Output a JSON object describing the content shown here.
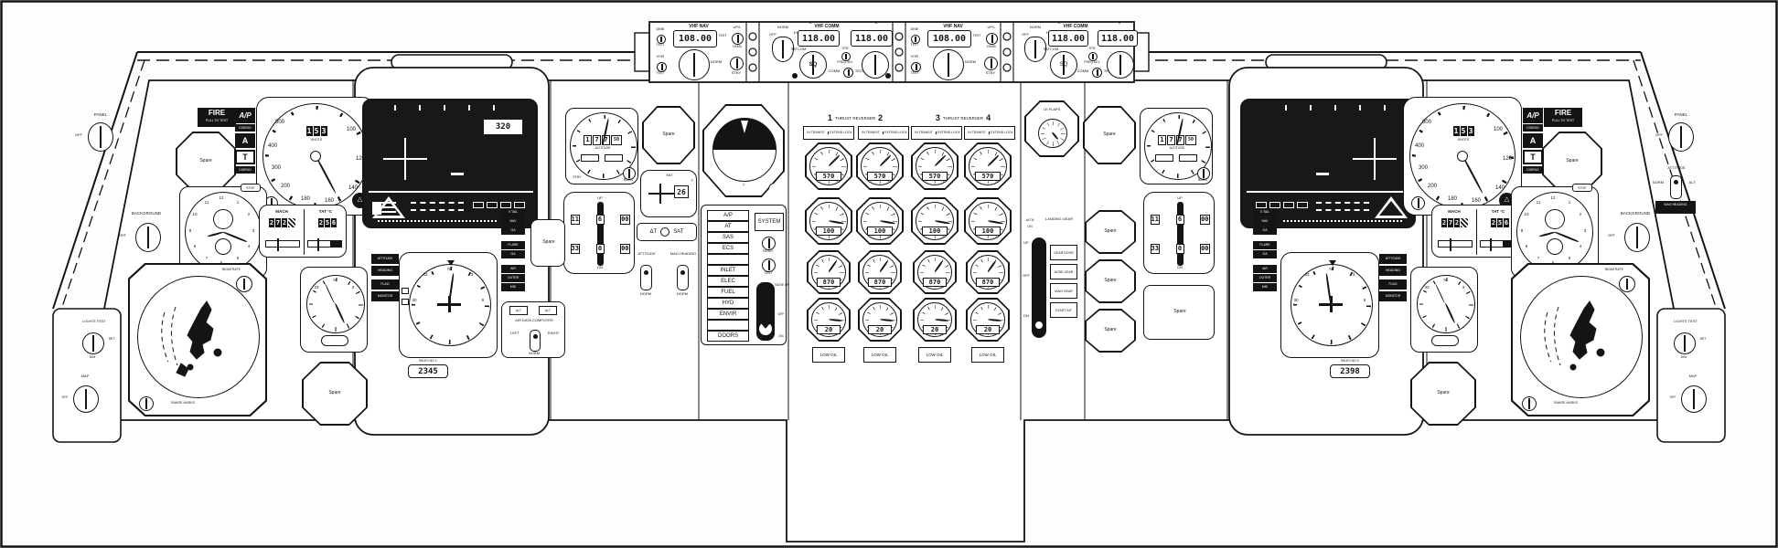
{
  "colors": {
    "ink": "#141414",
    "paper": "#ffffff",
    "display_bg": "#181818"
  },
  "radio": {
    "nav": {
      "title": "VHF NAV",
      "freq": "108.00",
      "dme": "DME",
      "test": "TEST",
      "vor": "VOR",
      "up_l": "UP/L",
      "dn_b": "DN/B",
      "norm": "NORM",
      "stby": "STBY"
    },
    "comm": {
      "title": "VHF COMM",
      "a": "A",
      "b": "B",
      "freq": "118.00",
      "off": "OFF",
      "norm": "NORM",
      "hi_pwr": "HI PWR",
      "satcom": "SATCOM",
      "sq": "SQ",
      "stb": "STB",
      "freq_sel": "FREQ SEL",
      "comm": "COMM",
      "test": "TEST"
    }
  },
  "pilot": {
    "fire": {
      "label": "FIRE",
      "sub": "PULL TO TEST"
    },
    "ap": {
      "ap": "A/P",
      "diseng": "DISENG",
      "a": "A",
      "t": "T"
    },
    "panel_knob": {
      "label": "PANEL",
      "off": "OFF"
    },
    "background_knob": {
      "label": "BACKGROUND",
      "off": "OFF"
    },
    "airspeed": {
      "value": "153",
      "unit": "KNOTS",
      "stby": "STBY",
      "scale": [
        "600",
        "400",
        "300",
        "200",
        "180",
        "160",
        "140",
        "120",
        "100"
      ]
    },
    "clock": {
      "numbers": [
        "12",
        "1",
        "2",
        "3",
        "4",
        "5",
        "6",
        "7",
        "8",
        "9",
        "10",
        "11"
      ],
      "stop": "STOP"
    },
    "mach": {
      "label": "MACH",
      "value": "272"
    },
    "tat": {
      "label": "TAT °C",
      "value": "256"
    },
    "adi": {
      "readout": "320"
    },
    "flag_stack": [
      "ATTITUDE",
      "HEADING",
      "FLAG",
      "MONITOR"
    ],
    "hsi": {
      "rose_n": "N",
      "rose_3": "3",
      "rose_6": "6",
      "rose_33": "33",
      "rose_30": "30"
    },
    "miles1": {
      "caption": "MILES NO.1",
      "value": "2345"
    },
    "miles2": {
      "caption": "MILES NO.2",
      "value": "2398"
    },
    "rmi": {
      "n": "N",
      "e3": "3",
      "w33": "33"
    },
    "map_display": {
      "beam_rate": "BEAM RATE",
      "range_marks": "RANGE MARKS"
    },
    "lights": {
      "label": "LIGHTS TEST",
      "set": "SET",
      "dim": "DIM"
    },
    "map_knob": {
      "label": "MAP",
      "off": "OFF"
    },
    "spare": "Spare"
  },
  "instruments": {
    "altimeter": {
      "d1": "1",
      "d2": "7",
      "d3": "7",
      "d4": "50",
      "label": "ALTITUDE",
      "baro": "BARO",
      "stby": "STBY"
    },
    "vsi": {
      "up": "UP",
      "dn": "DN",
      "t1": "11",
      "t2": "6",
      "t3": "00",
      "b1": "33",
      "b2": "0",
      "b3": "00"
    },
    "sat": {
      "label": "SAT",
      "value": "26",
      "unit": "F"
    },
    "dt_sat": {
      "dt": "ΔT",
      "sat": "SAT"
    },
    "source_sel": {
      "attitude": "ATTITUDE",
      "mag": "MAG HEADING",
      "norm": "NORM"
    },
    "edge_sel": {
      "attitude": "ATTITUDE",
      "norm": "NORM",
      "alt": "ALT",
      "mag": "MAG HEADING"
    },
    "adc": {
      "alt": "ALT",
      "title": "AIR DATA COMPUTER",
      "left": "LEFT",
      "right": "RIGHT",
      "norm": "NORM"
    },
    "ann_stack1": [
      "V TAIL",
      "NAV",
      "GA"
    ],
    "ann_stack2": [
      "FLARE",
      "GA"
    ],
    "ann_stack3": [
      "AIR",
      "OUTER",
      "MID"
    ]
  },
  "console": {
    "list": [
      "A/P",
      "AT",
      "SAS",
      "ECS",
      "INLET",
      "ELEC",
      "FUEL",
      "HYD",
      "ENVIR",
      "DOORS"
    ],
    "system": "SYSTEM",
    "reset": "RESET",
    "test": "TEST",
    "nose": {
      "up": "NOSE UP",
      "off": "OFF",
      "dn": "DN"
    }
  },
  "engines": {
    "header_left": {
      "n1": "1",
      "label": "THRUST REVERSER",
      "n2": "2"
    },
    "header_right": {
      "n1": "3",
      "label": "THRUST REVERSER",
      "n2": "4"
    },
    "reverser": {
      "in_transit": "IN TRANSIT",
      "extend_lock": "EXTEND LOCK"
    },
    "rows": [
      {
        "value": "570",
        "scale": [
          "20",
          "40",
          "70"
        ]
      },
      {
        "value": "100",
        "scale": [
          "0",
          "20",
          "40",
          "60",
          "80",
          "100"
        ]
      },
      {
        "value": "870",
        "scale": [
          "20",
          "40",
          "80"
        ]
      },
      {
        "value": "20",
        "scale": [
          "0",
          "40",
          "80"
        ]
      }
    ],
    "low_oil": "LOW OIL"
  },
  "gear": {
    "le_flaps": "LE FLAPS",
    "altn": "ALTN",
    "on": "ON",
    "landing_gear": "LANDING GEAR",
    "up": "UP",
    "off": "OFF",
    "dn": "DN",
    "boxes": [
      "GEAR DOOR",
      "NOSE GEAR",
      "MAIN GEAR",
      "START INT"
    ]
  }
}
